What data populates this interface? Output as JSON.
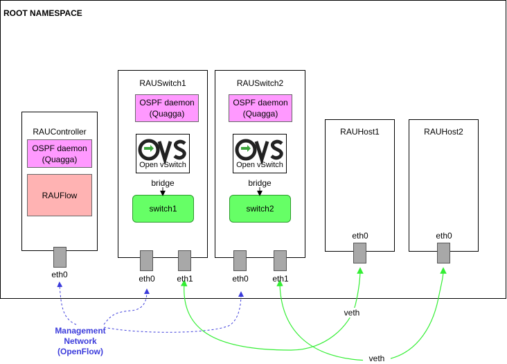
{
  "namespace": {
    "title": "ROOT NAMESPACE"
  },
  "controller": {
    "title": "RAUController",
    "ospf_line1": "OSPF daemon",
    "ospf_line2": "(Quagga)",
    "app": "RAUFlow",
    "port": "eth0"
  },
  "switch1": {
    "title": "RAUSwitch1",
    "ospf_line1": "OSPF daemon",
    "ospf_line2": "(Quagga)",
    "logo_text": "Open vSwitch",
    "bridge": "bridge",
    "switch": "switch1",
    "port0": "eth0",
    "port1": "eth1"
  },
  "switch2": {
    "title": "RAUSwitch2",
    "ospf_line1": "OSPF daemon",
    "ospf_line2": "(Quagga)",
    "logo_text": "Open vSwitch",
    "bridge": "bridge",
    "switch": "switch2",
    "port0": "eth0",
    "port1": "eth1"
  },
  "host1": {
    "title": "RAUHost1",
    "port": "eth0"
  },
  "host2": {
    "title": "RAUHost2",
    "port": "eth0"
  },
  "links": {
    "veth1": "veth",
    "veth2": "veth"
  },
  "management": {
    "line1": "Management",
    "line2": "Network",
    "line3": "(OpenFlow)"
  },
  "colors": {
    "ospf": "#ff99ff",
    "rauflow": "#ffb3b3",
    "switch": "#66ff66",
    "management": "#3b3bdb",
    "veth": "#33ee33",
    "port": "#a8a8a8"
  }
}
